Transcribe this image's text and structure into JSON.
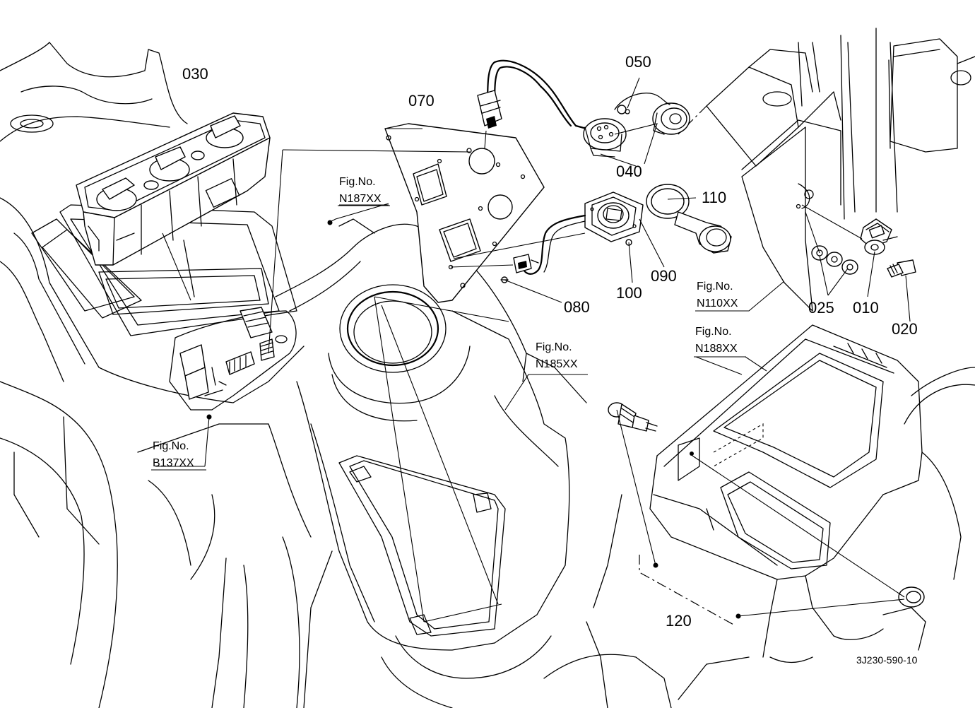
{
  "callouts": {
    "c030": "030",
    "c070": "070",
    "c050": "050",
    "c040": "040",
    "c110": "110",
    "c090": "090",
    "c100": "100",
    "c080": "080",
    "c025": "025",
    "c010": "010",
    "c020": "020",
    "c120": "120"
  },
  "figure_refs": {
    "n187": {
      "prefix": "Fig.No.",
      "code": "N187XX"
    },
    "n185": {
      "prefix": "Fig.No.",
      "code": "N185XX"
    },
    "n110": {
      "prefix": "Fig.No.",
      "code": "N110XX"
    },
    "n188": {
      "prefix": "Fig.No.",
      "code": "N188XX"
    },
    "b137": {
      "prefix": "Fig.No.",
      "code": "B137XX"
    }
  },
  "drawing_code": "3J230-590-10"
}
